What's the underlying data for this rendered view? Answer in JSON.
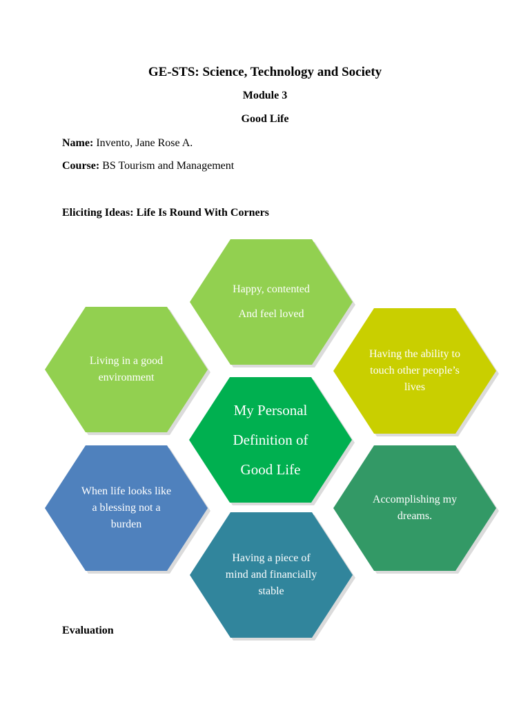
{
  "header": {
    "title": "GE-STS: Science, Technology and Society",
    "module": "Module 3",
    "subtitle": "Good Life"
  },
  "student": {
    "name_label": "Name:",
    "name_value": "Invento, Jane Rose A.",
    "course_label": "Course:",
    "course_value": "BS Tourism and Management"
  },
  "section_eliciting": "Eliciting Ideas: Life Is Round With Corners",
  "diagram": {
    "center": {
      "lines": [
        "My Personal",
        "Definition of",
        "Good Life"
      ],
      "color": "#00b050"
    },
    "top": {
      "lines": [
        "Happy, contented",
        "And feel loved"
      ],
      "color": "#92d050"
    },
    "left_top": {
      "lines": [
        "Living in a good",
        "environment"
      ],
      "color": "#92d050"
    },
    "right_top": {
      "lines": [
        "Having the ability to",
        "touch other people’s",
        "lives"
      ],
      "color": "#c9cf00"
    },
    "left_bottom": {
      "lines": [
        "When life looks like",
        "a blessing not a",
        "burden"
      ],
      "color": "#4f81bd"
    },
    "right_bottom": {
      "lines": [
        "Accomplishing my",
        "dreams."
      ],
      "color": "#339966"
    },
    "bottom": {
      "lines": [
        "Having a piece of",
        "mind and financially",
        "stable"
      ],
      "color": "#31859c"
    }
  },
  "section_evaluation": "Evaluation"
}
